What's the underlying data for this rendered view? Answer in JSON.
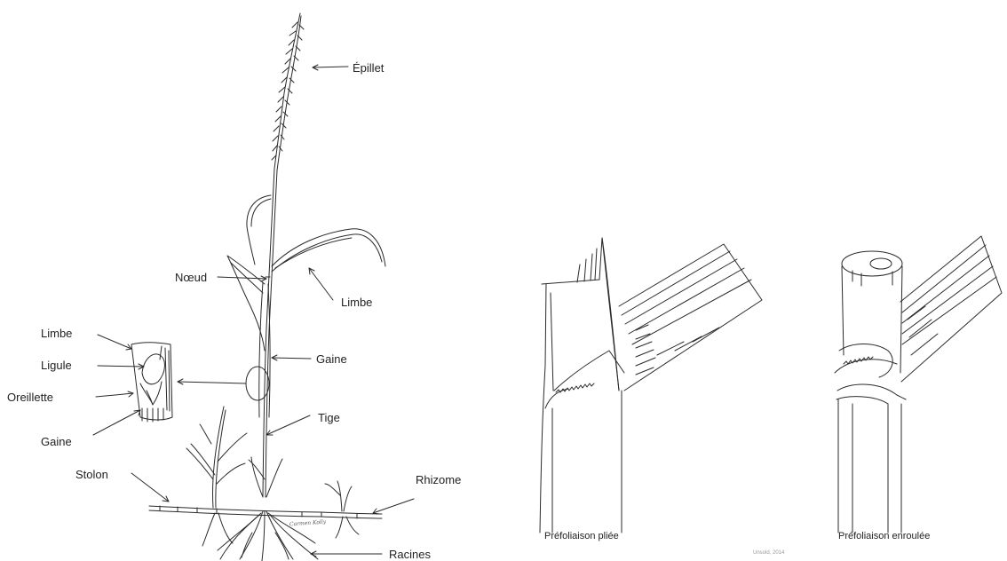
{
  "plant_labels": {
    "epillet": "Épillet",
    "noeud": "Nœud",
    "limbe_stem": "Limbe",
    "gaine_stem": "Gaine",
    "tige": "Tige",
    "rhizome": "Rhizome",
    "stolon": "Stolon",
    "racines": "Racines"
  },
  "inset_labels": {
    "limbe": "Limbe",
    "ligule": "Ligule",
    "oreillette": "Oreillette",
    "gaine": "Gaine"
  },
  "artist_signature": "Carmen Kolly",
  "vernation": {
    "folded_caption": "Préfoliaison pliée",
    "rolled_caption": "Préfoliaison enroulée",
    "credit": "Unsold, 2014"
  }
}
